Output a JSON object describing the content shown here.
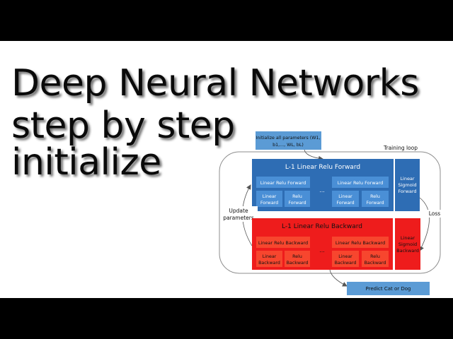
{
  "title": {
    "line1": "Deep Neural Networks",
    "line2": "step by step",
    "line3": "initialize"
  },
  "colors": {
    "blue_box": "#2e6db4",
    "blue_inner": "#4a8fd6",
    "red_box": "#ee1c1c",
    "red_inner": "#f7462e",
    "light_blue": "#5b9bd5",
    "loop_stroke": "#8c8c8c",
    "text_white": "#ffffff",
    "text_dark": "#111111"
  },
  "diagram": {
    "init_box": {
      "line1": "Initialize all parameters (W1,",
      "line2": "b1,..., WL, bL)"
    },
    "training_loop_label": "Training loop",
    "forward": {
      "title": "L-1 Linear Relu Forward",
      "block_left": {
        "header": "Linear Relu Forward",
        "left_l1": "Linear",
        "left_l2": "Forward",
        "right_l1": "Relu",
        "right_l2": "Forward"
      },
      "block_right": {
        "header": "Linear Relu Forward",
        "left_l1": "Linear",
        "left_l2": "Forward",
        "right_l1": "Relu",
        "right_l2": "Forward"
      },
      "ellipsis": "..."
    },
    "sigmoid_forward": {
      "l1": "Linear",
      "l2": "Sigmoid",
      "l3": "Forward"
    },
    "loss_label": "Loss",
    "update_label": {
      "l1": "Update",
      "l2": "parameters"
    },
    "backward": {
      "title": "L-1 Linear Relu Backward",
      "block_left": {
        "header": "Linear Relu Backward",
        "left_l1": "Linear",
        "left_l2": "Backward",
        "right_l1": "Relu",
        "right_l2": "Backward"
      },
      "block_right": {
        "header": "Linear Relu Backward",
        "left_l1": "Linear",
        "left_l2": "Backward",
        "right_l1": "Relu",
        "right_l2": "Backward"
      },
      "ellipsis": "..."
    },
    "sigmoid_backward": {
      "l1": "Linear",
      "l2": "Sigmoid",
      "l3": "Backward"
    },
    "predict_box": "Predict Cat or Dog"
  }
}
